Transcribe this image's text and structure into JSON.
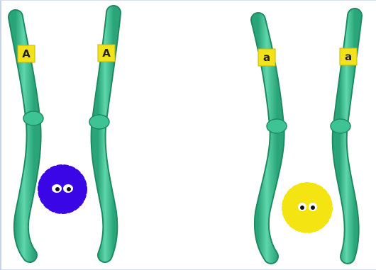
{
  "diagram": {
    "left_pair": {
      "gene_labels": [
        "A",
        "A"
      ]
    },
    "right_pair": {
      "gene_labels": [
        "a",
        "a"
      ]
    }
  },
  "colors": {
    "chromosome_fill": "#3ec394",
    "chromosome_edge": "#1f8a62",
    "chromosome_highlight": "#8ee6c4",
    "band_fill": "#f2e21a",
    "dominant_creature": "#3a06e6",
    "recessive_creature": "#f4e411",
    "background": "#ffffff"
  }
}
